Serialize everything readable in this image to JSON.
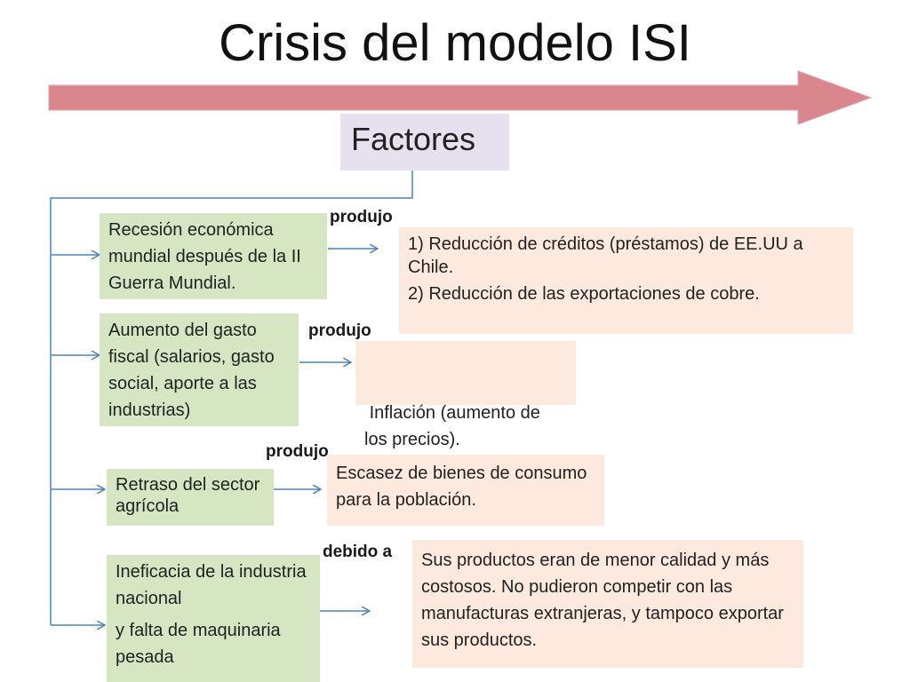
{
  "title": "Crisis del modelo ISI",
  "root": "Factores",
  "colors": {
    "arrow_band": "#d9868d",
    "connector": "#4f81bd",
    "cause_box": "#d6e6c2",
    "effect_box": "#fde9dd",
    "root_box": "#e6e0ef"
  },
  "rows": [
    {
      "cause": [
        "Recesión económica mundial después de la II Guerra Mundial."
      ],
      "relation": "produjo",
      "effect": [
        "1) Reducción de créditos (préstamos) de EE.UU a Chile.",
        "2) Reducción de las exportaciones de cobre."
      ]
    },
    {
      "cause": [
        "Aumento del gasto fiscal (salarios, gasto social, aporte a las industrias)"
      ],
      "relation": "produjo",
      "effect": [
        " Inflación (aumento de los precios)."
      ]
    },
    {
      "cause": [
        "Retraso del sector agrícola"
      ],
      "relation": "produjo",
      "effect": [
        "Escasez de bienes de consumo para la población."
      ]
    },
    {
      "cause": [
        "Ineficacia de la industria nacional",
        "y falta de maquinaria pesada"
      ],
      "relation": "debido a",
      "effect": [
        "Sus productos eran de menor calidad y más costosos. No pudieron competir con las manufacturas extranjeras, y tampoco exportar sus productos."
      ]
    }
  ]
}
